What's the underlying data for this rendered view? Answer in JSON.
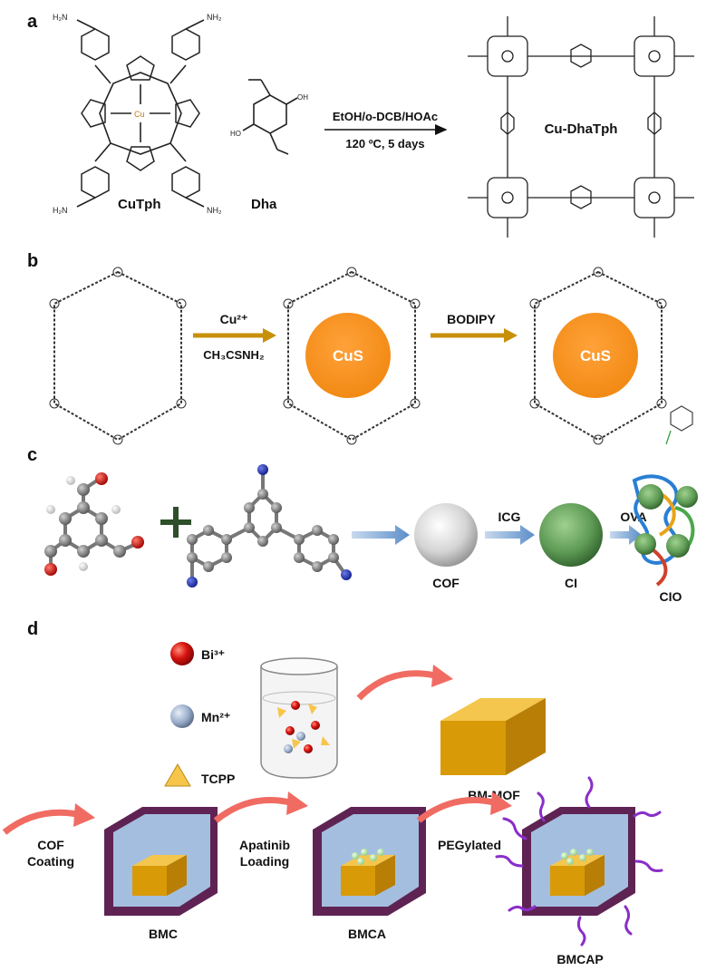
{
  "panels": {
    "a": {
      "label": "a",
      "reactant1": "CuTph",
      "reactant2": "Dha",
      "condition1": "EtOH/o-DCB/HOAc",
      "condition2": "120 ºC, 5 days",
      "product": "Cu-DhaTph"
    },
    "b": {
      "label": "b",
      "reagent_top": "Cu²⁺",
      "reagent_bottom": "CH₃CSNH₂",
      "particle1": "CuS",
      "reagent2": "BODIPY",
      "particle2": "CuS"
    },
    "c": {
      "label": "c",
      "cof": "COF",
      "icg": "ICG",
      "ci": "CI",
      "ova": "OVA",
      "cio": "CIO"
    },
    "d": {
      "label": "d",
      "ion1": "Bi³⁺",
      "ion2": "Mn²⁺",
      "linker": "TCPP",
      "mof": "BM-MOF",
      "step1_line1": "COF",
      "step1_line2": "Coating",
      "step2_line1": "Apatinib",
      "step2_line2": "Loading",
      "step3": "PEGylated",
      "prod1": "BMC",
      "prod2": "BMCA",
      "prod3": "BMCAP"
    }
  },
  "colors": {
    "cus": "#f7931e",
    "gold_arrow": "#c8900a",
    "red_arrow": "#f06b62",
    "blue_arrow": "#7ea6d6",
    "mof_top": "#f4c64d",
    "mof_front": "#d99a08",
    "mof_side": "#b87e05",
    "shell_inner": "#a4bedf",
    "shell_outer": "#5e2353",
    "peg": "#8a2ec9",
    "bi_ion": "#c9100e",
    "mn_ion": "#8aa0bf",
    "cof_sphere": "#d5d5d5",
    "ci_sphere": "#5f9c56"
  },
  "icons": [
    "reaction-arrow",
    "plus-icon",
    "cus-nanoparticle",
    "cof-sphere",
    "ci-sphere",
    "bi-ion-sphere",
    "mn-ion-sphere",
    "tcpp-triangle",
    "beaker-icon",
    "mof-cube",
    "core-shell-cube",
    "peg-chain"
  ]
}
